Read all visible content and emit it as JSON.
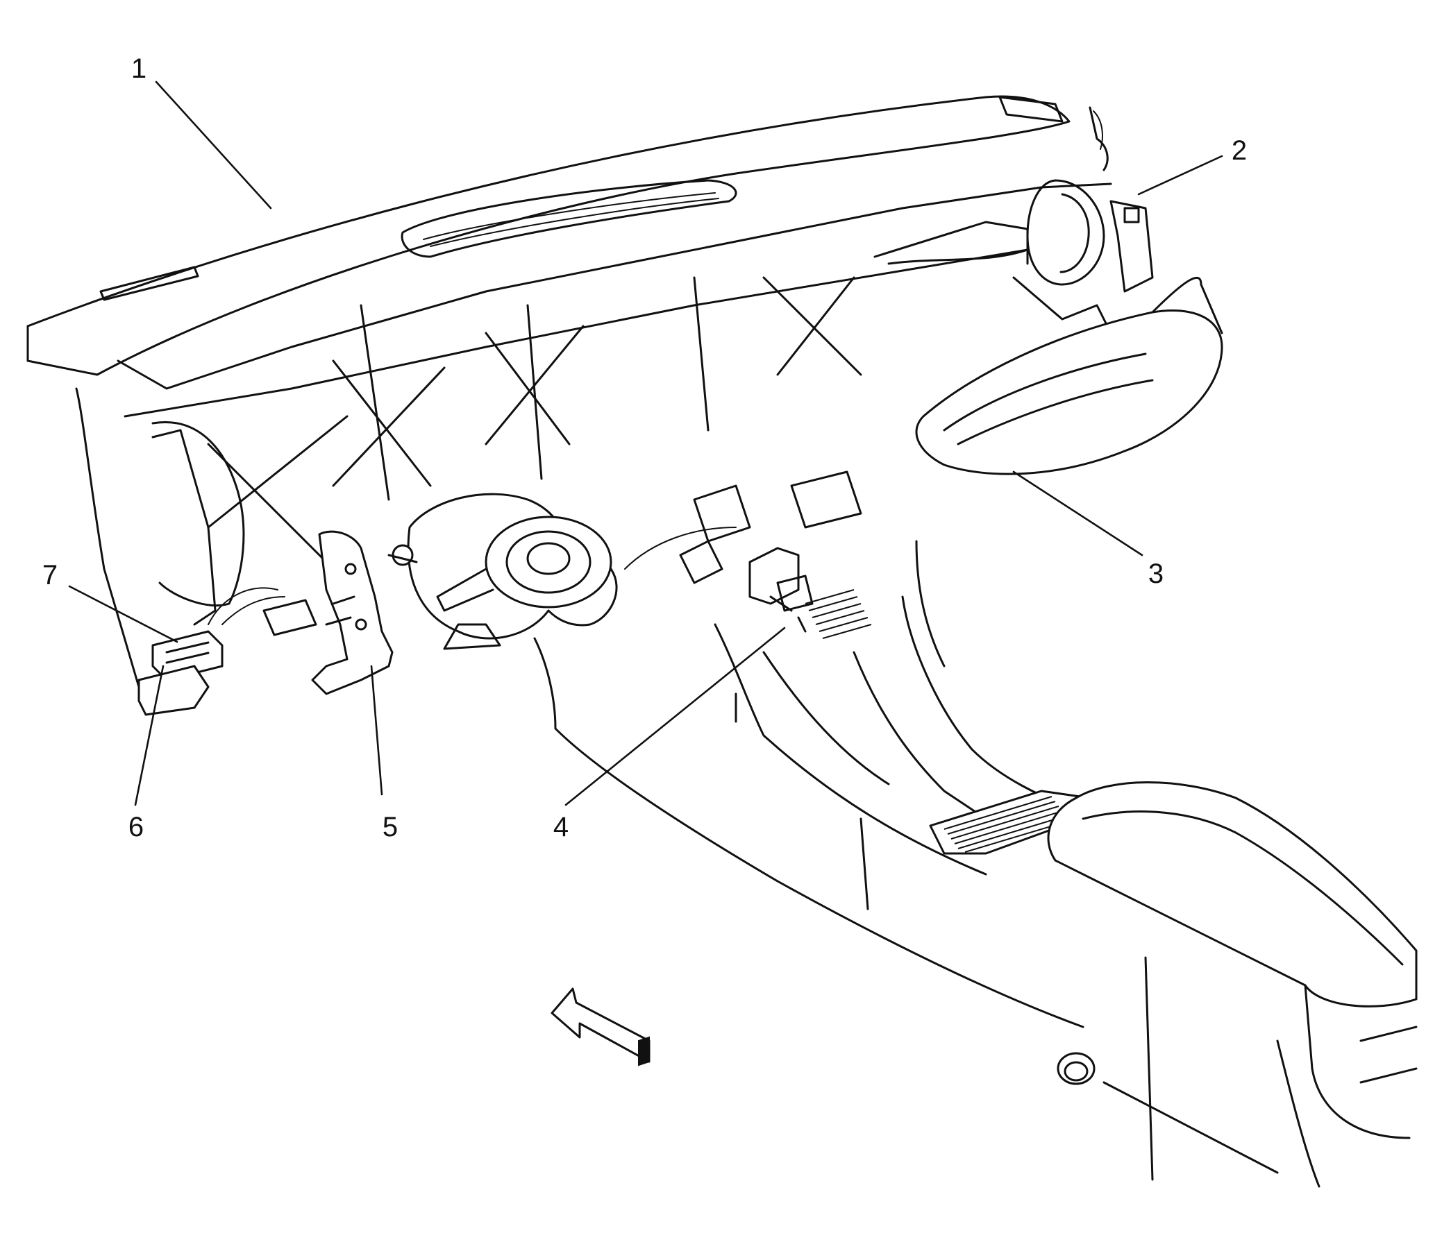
{
  "callouts": [
    {
      "id": "1",
      "text": "1"
    },
    {
      "id": "2",
      "text": "2"
    },
    {
      "id": "3",
      "text": "3"
    },
    {
      "id": "4",
      "text": "4"
    },
    {
      "id": "5",
      "text": "5"
    },
    {
      "id": "6",
      "text": "6"
    },
    {
      "id": "7",
      "text": "7"
    }
  ],
  "icons": {
    "direction_arrow": "forward-arrow-icon"
  },
  "colors": {
    "line": "#111111",
    "background": "#ffffff"
  }
}
